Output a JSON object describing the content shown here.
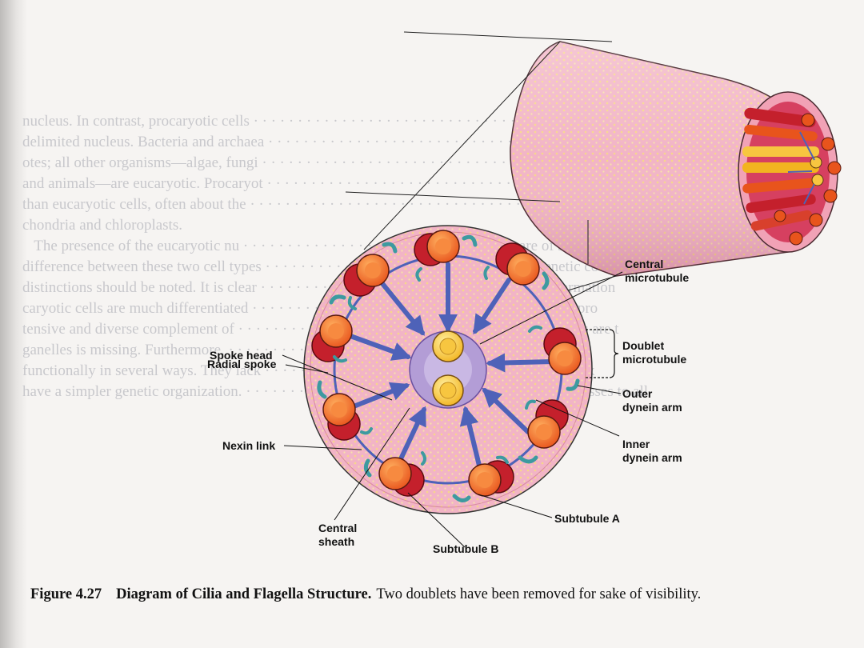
{
  "labels": {
    "central_microtubule": [
      "Central",
      "microtubule"
    ],
    "doublet_microtubule": [
      "Doublet",
      "microtubule"
    ],
    "outer_dynein_arm": [
      "Outer",
      "dynein arm"
    ],
    "inner_dynein_arm": [
      "Inner",
      "dynein arm"
    ],
    "subtubule_a": "Subtubule A",
    "subtubule_b": "Subtubule B",
    "central_sheath": [
      "Central",
      "sheath"
    ],
    "nexin_link": "Nexin link",
    "radial_spoke": "Radial spoke",
    "spoke_head": "Spoke head"
  },
  "caption": {
    "number": "Figure 4.27",
    "title": "Diagram of Cilia and Flagella Structure.",
    "text": "Two doublets have been removed for sake of visibility."
  },
  "colors": {
    "membrane": "#f2b6c6",
    "membrane_dots": "#f7d77a",
    "subtubule_a": "#f26c2a",
    "subtubule_b": "#c4202c",
    "central_pair": "#f7c640",
    "sheath": "#b7a3d4",
    "spoke": "#5a6fc6",
    "dynein": "#3d9aa0"
  }
}
